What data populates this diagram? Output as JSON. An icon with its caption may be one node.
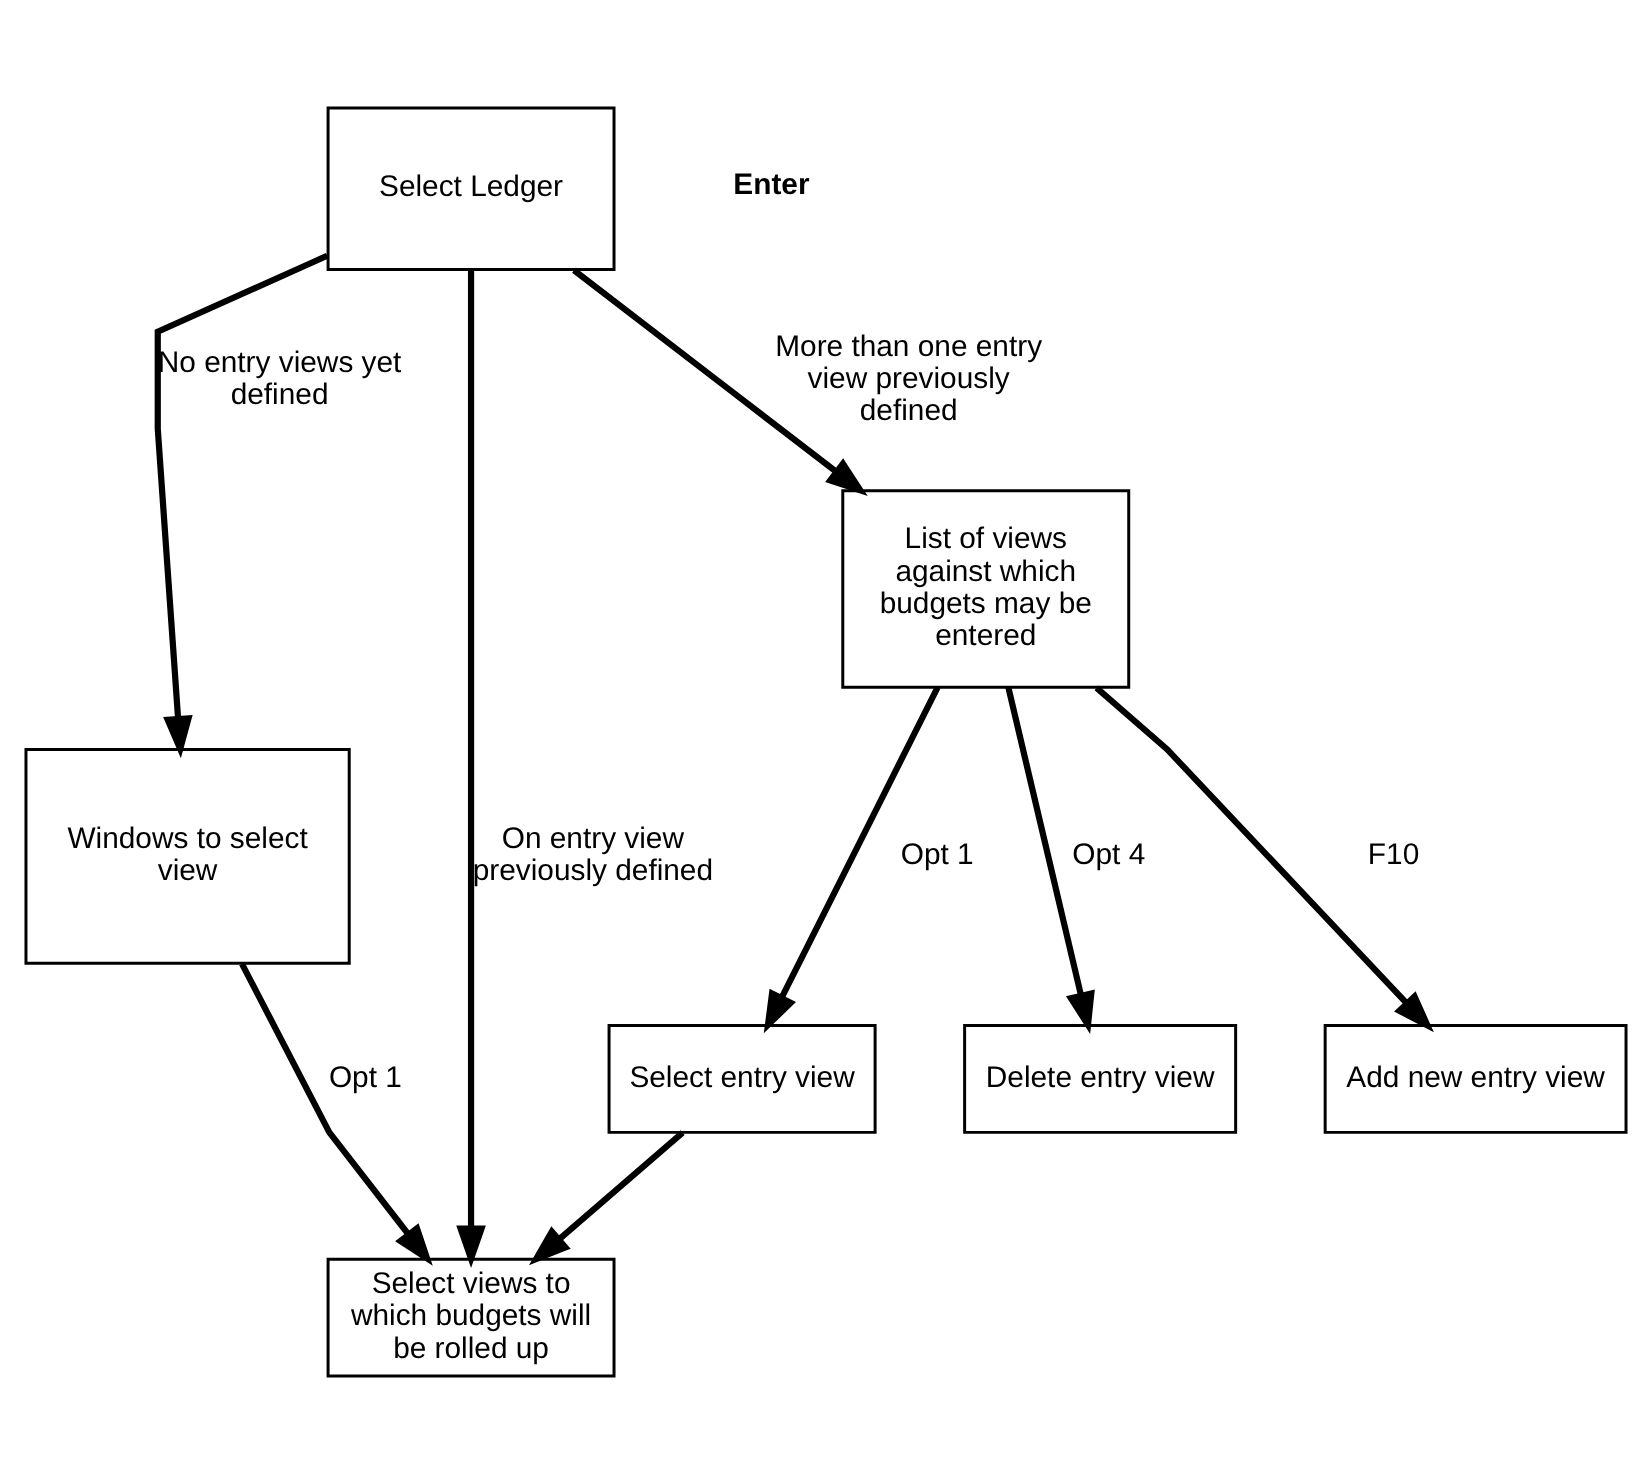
{
  "diagram": {
    "nodes": [
      {
        "text": [
          "Select Ledger"
        ]
      },
      {
        "text": [
          "Windows to select view"
        ]
      },
      {
        "text": [
          "List of views against which budgets may be entered"
        ]
      },
      {
        "text": [
          "Select entry view"
        ]
      },
      {
        "text": [
          "Delete entry view"
        ]
      },
      {
        "text": [
          "Add new entry view"
        ]
      },
      {
        "text": [
          "Select views to which budgets will be rolled up"
        ]
      }
    ],
    "edges": [
      {
        "from": 0,
        "to": 1,
        "arrow": "to",
        "label": "No entry views yet defined"
      },
      {
        "from": 0,
        "to": 6,
        "arrow": "to",
        "label": "On entry view previously defined"
      },
      {
        "from": 0,
        "to": 2,
        "arrow": "to",
        "label": "More than one entry view previously defined"
      },
      {
        "from": 2,
        "to": 3,
        "arrow": "to",
        "label": "Opt 1"
      },
      {
        "from": 2,
        "to": 4,
        "arrow": "to",
        "label": "Opt 4"
      },
      {
        "from": 2,
        "to": 5,
        "arrow": "to",
        "label": "F10"
      },
      {
        "from": 1,
        "to": 6,
        "arrow": "to",
        "label": "Opt 1"
      },
      {
        "from": 3,
        "to": 6,
        "arrow": "to"
      }
    ],
    "labels": [
      "Enter"
    ]
  }
}
